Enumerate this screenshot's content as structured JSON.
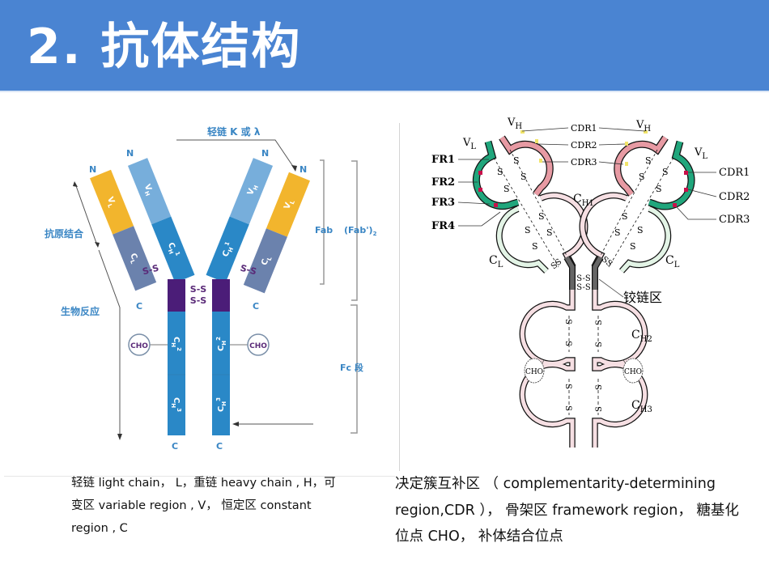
{
  "header": {
    "title": "2. 抗体结构"
  },
  "colors": {
    "header_bg": "#4a84d2",
    "vl": "#f2b52d",
    "cl": "#6b82ad",
    "vh": "#77aedb",
    "ch": "#2a88c7",
    "hinge": "#4b1d78",
    "label_blue": "#3a86c4",
    "ss_purple": "#5a2a78",
    "vl_green": "#20a67c",
    "cl_green": "#e3f4e6",
    "vh_pink": "#e79aa3",
    "ch_pink": "#f6dfe3",
    "hinge_gray": "#666666",
    "cdr_yellow": "#f1e46a",
    "cdr_red": "#c8104a"
  },
  "left_diagram": {
    "light_chain_label": "轻链 K 或 λ",
    "antigen_binding": "抗原结合",
    "biological_response": "生物反应",
    "fab": "Fab",
    "fab2": "(Fab')",
    "fab2_sub": "2",
    "fc": "Fc 段",
    "n_terminal": "N",
    "c_terminal": "C",
    "vl": "V",
    "vl_sub": "L",
    "vh": "V",
    "vh_sub": "H",
    "cl": "C",
    "cl_sub": "L",
    "ch1": "C",
    "ch1_sub": "H",
    "ch1_sup": "1",
    "ch2_sup": "2",
    "ch3_sup": "3",
    "ss": "S-S",
    "ss_hinge": "S-S",
    "cho": "CHO"
  },
  "right_diagram": {
    "vh": "V",
    "vh_sub": "H",
    "vl": "V",
    "vl_sub": "L",
    "cdr1": "CDR1",
    "cdr2": "CDR2",
    "cdr3": "CDR3",
    "fr1": "FR1",
    "fr2": "FR2",
    "fr3": "FR3",
    "fr4": "FR4",
    "ch1": "C",
    "ch1_sub": "H1",
    "cl": "C",
    "cl_sub": "L",
    "ch2": "C",
    "ch2_sub": "H2",
    "ch3": "C",
    "ch3_sub": "H3",
    "hinge": "铰链区",
    "cho": "CHO",
    "s": "S",
    "ss": "SS",
    "ss_hinge": "S-S"
  },
  "captions": {
    "left": "轻链 light chain， L，重链 heavy chain , H，可变区 variable region , V， 恒定区 constant region , C",
    "right": "决定簇互补区 （ complementarity-determining region,CDR ）， 骨架区 framework region， 糖基化位点 CHO， 补体结合位点"
  }
}
